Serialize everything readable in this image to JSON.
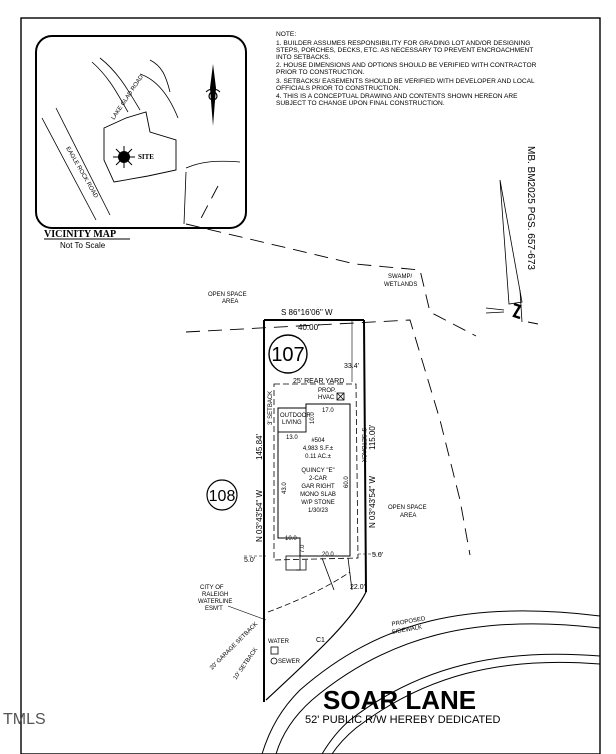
{
  "notes": {
    "heading": "NOTE:",
    "lines": [
      "1. BUILDER ASSUMES RESPONSIBILITY FOR GRADING LOT AND/OR DESIGNING",
      "STEPS, PORCHES, DECKS, ETC. AS NECESSARY TO PREVENT ENCROACHMENT",
      "INTO SETBACKS.",
      "2. HOUSE DIMENSIONS AND OPTIONS SHOULD BE VERIFIED WITH CONTRACTOR",
      "PRIOR TO CONSTRUCTION.",
      "3. SETBACKS/ EASEMENTS SHOULD BE VERIFIED WITH DEVELOPER AND LOCAL",
      "OFFICIALS PRIOR TO CONSTRUCTION.",
      "4. THIS IS A CONCEPTUAL DRAWING AND CONTENTS SHOWN HEREON ARE",
      "SUBJECT TO CHANGE UPON FINAL CONSTRUCTION."
    ]
  },
  "vicinity_map": {
    "title": "VICINITY MAP",
    "scale_note": "Not To Scale",
    "road_1": "LAKE GLAD ROAD",
    "road_2": "EAGLE ROCK ROAD",
    "site_label": "SITE"
  },
  "book_reference": "MB. BM2025 PGS. 657-673",
  "areas": {
    "open_space_top": [
      "OPEN SPACE",
      "AREA"
    ],
    "swamp": [
      "SWAMP/",
      "WETLANDS"
    ],
    "open_space_right": [
      "OPEN SPACE",
      "AREA"
    ]
  },
  "lot": {
    "number": "107",
    "neighbor_number": "108",
    "top_bearing": "S 86°16'06\" W",
    "top_distance": "40.00'",
    "left_bearing": "N 03°43'54\" W",
    "left_distance": "145.84'",
    "right_bearing": "N 03°43'54\" W",
    "right_distance": "115.00'",
    "rear_dim": "33.4'",
    "rear_yard": "25' REAR YARD",
    "side_setback_left": "3' SETBACK",
    "side_setback_right": "3' SETBACK",
    "hvac": [
      "PROP.",
      "HVAC"
    ],
    "setback_left_dim": "5.0'",
    "setback_right_dim": "5.0'",
    "front_dim": "22.0'",
    "curve_label": "C1"
  },
  "house": {
    "outdoor_living": [
      "OUTDOOR",
      "LIVING"
    ],
    "dims": {
      "d17": "17.0",
      "d10a": "10.0",
      "d13": "13.0",
      "d43": "43.0",
      "d60": "60.0",
      "d10b": "10.0",
      "d7": "7.0",
      "d20": "20.0"
    },
    "info": [
      "#504",
      "4,983 S.F.±",
      "0.11 AC.±",
      "QUINCY \"E\"",
      "2-CAR",
      "GAR RIGHT",
      "MONO SLAB",
      "W/P STONE",
      "1/30/23"
    ]
  },
  "utilities": {
    "waterline": [
      "CITY OF",
      "RALEIGH",
      "WATERLINE",
      "ESM'T"
    ],
    "garage_setback": "20' GARAGE SETBACK",
    "front_setback": "10' SETBACK",
    "water": "WATER",
    "sewer": "SEWER",
    "sidewalk": [
      "PROPOSED",
      "SIDEWALK"
    ]
  },
  "street": {
    "name": "SOAR LANE",
    "row": "52'  PUBLIC R/W HEREBY DEDICATED"
  },
  "watermark": "TMLS"
}
